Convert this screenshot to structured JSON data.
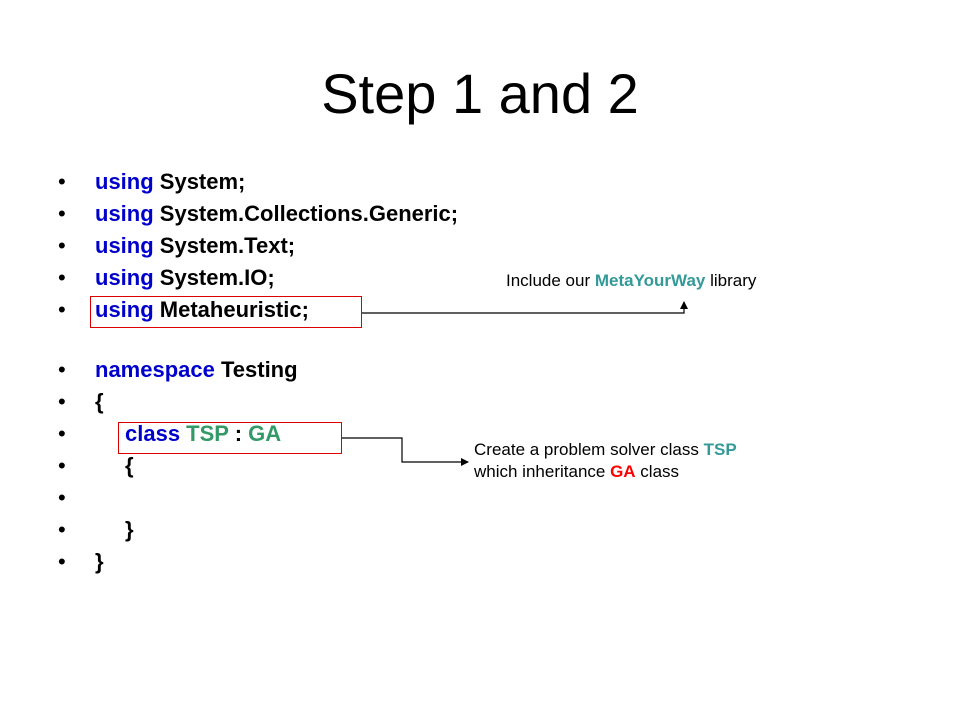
{
  "slide": {
    "title": "Step 1 and 2"
  },
  "code": {
    "bullet": "•",
    "lines": [
      {
        "kw": "using",
        "rest": " System;"
      },
      {
        "kw": "using",
        "rest": " System.Collections.Generic;"
      },
      {
        "kw": "using",
        "rest": " System.Text;"
      },
      {
        "kw": "using",
        "rest": " System.IO;"
      },
      {
        "kw": "using",
        "rest": " Metaheuristic;"
      }
    ],
    "namespace_kw": "namespace",
    "namespace_name": " Testing",
    "open_brace": "{",
    "class_kw": "class",
    "class_name": " TSP",
    "class_sep": " : ",
    "base_class": "GA",
    "inner_open": "{",
    "inner_close": "}",
    "outer_close": "}"
  },
  "notes": {
    "library": {
      "prefix": "Include our ",
      "highlight": "MetaYourWay",
      "suffix": " library"
    },
    "solver": {
      "line1_prefix": "Create a problem solver class ",
      "line1_highlight": "TSP",
      "line2_prefix": "which inheritance ",
      "line2_highlight": "GA",
      "line2_suffix": " class"
    }
  },
  "colors": {
    "keyword": "#0000cc",
    "type": "#339966",
    "highlight_red": "#ff0000",
    "highlight_teal": "#339999",
    "box_border": "#dd0000"
  }
}
